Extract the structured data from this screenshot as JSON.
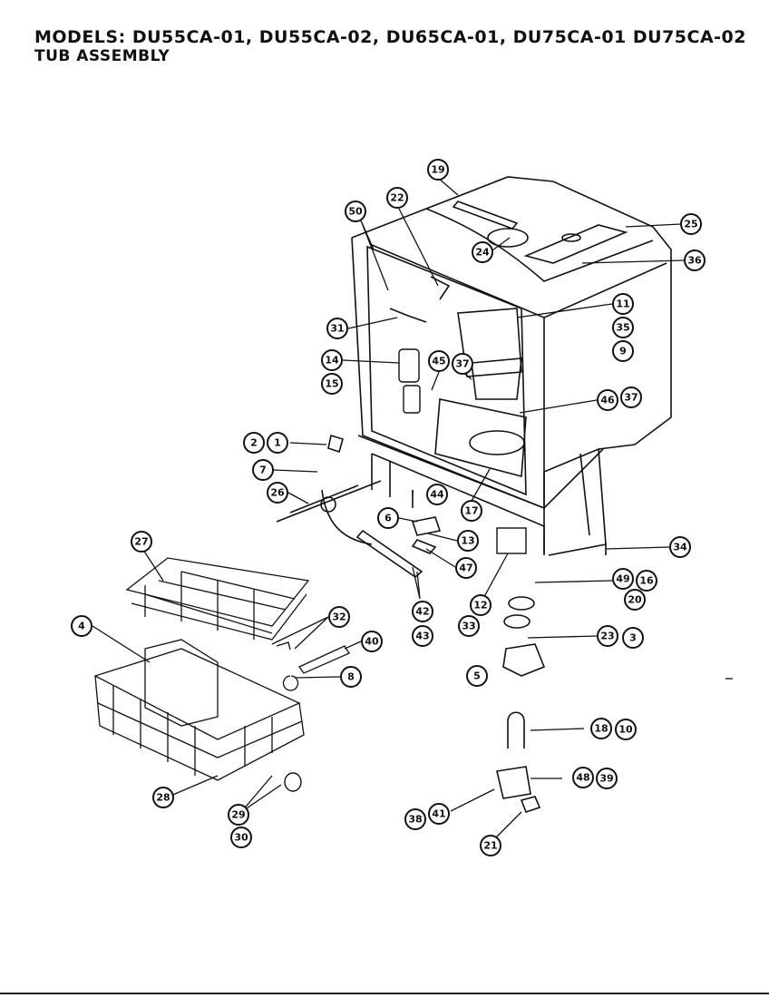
{
  "header": {
    "models_line": "MODELS: DU55CA-01, DU55CA-02, DU65CA-01, DU75CA-01 DU75CA-02",
    "assembly_line": "TUB ASSEMBLY"
  },
  "callouts": [
    "19",
    "22",
    "50",
    "25",
    "24",
    "36",
    "11",
    "35",
    "9",
    "31",
    "14",
    "15",
    "45",
    "37",
    "46",
    "37",
    "2",
    "1",
    "7",
    "26",
    "44",
    "17",
    "6",
    "13",
    "47",
    "34",
    "27",
    "32",
    "4",
    "40",
    "8",
    "42",
    "43",
    "12",
    "33",
    "49",
    "16",
    "20",
    "23",
    "3",
    "5",
    "18",
    "10",
    "28",
    "29",
    "30",
    "48",
    "39",
    "38",
    "41",
    "21"
  ]
}
